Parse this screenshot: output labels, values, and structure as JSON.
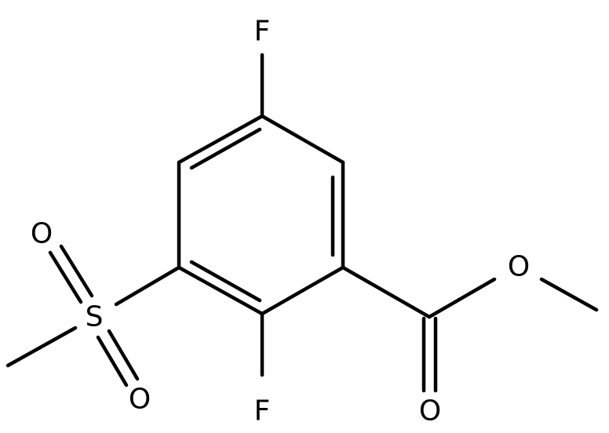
{
  "atoms": {
    "f_top": "F",
    "f_bottom": "F",
    "o_ester_single": "O",
    "o_ester_double": "O",
    "sulfur": "S",
    "o_sulfonyl_upper": "O",
    "o_sulfonyl_lower": "O"
  }
}
